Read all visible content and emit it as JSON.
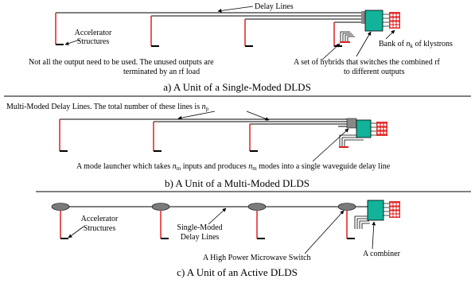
{
  "colors": {
    "hybrid": "#12b39a",
    "klystron": "#e53030",
    "load": "#e02020",
    "switch": "#7a7a7a",
    "line": "#000000"
  },
  "panel_a": {
    "delay_lines": "Delay Lines",
    "accelerator_structures_1": "Accelerator",
    "accelerator_structures_2": "Structures",
    "bank_prefix": "Bank of ",
    "bank_var": "n",
    "bank_sub": "k",
    "bank_suffix": " of klystrons",
    "not_all_1": "Not all the output need to be used. The unused outputs are",
    "not_all_2": "terminated by an rf load",
    "hybrids_1": "A set of hybrids that switches the combined rf",
    "hybrids_2": "to different outputs",
    "caption": "a) A Unit of a Single-Moded DLDS"
  },
  "panel_b": {
    "multi_prefix": "Multi-Moded Delay Lines. The total number of these lines is ",
    "multi_var": "n",
    "multi_sub": "p",
    "launcher_1": "A mode launcher which takes ",
    "launcher_var1": "n",
    "launcher_sub1": "m",
    "launcher_2": " inputs and produces ",
    "launcher_var2": "n",
    "launcher_sub2": "m",
    "launcher_3": " modes into a single waveguide delay line",
    "caption": "b) A Unit of a Multi-Moded DLDS"
  },
  "panel_c": {
    "accelerator_structures_1": "Accelerator",
    "accelerator_structures_2": "Structures",
    "single_moded_1": "Single-Moded",
    "single_moded_2": "Delay Lines",
    "switch": "A High Power Microwave Switch",
    "combiner": "A combiner",
    "caption": "c) A Unit of an Active DLDS"
  }
}
